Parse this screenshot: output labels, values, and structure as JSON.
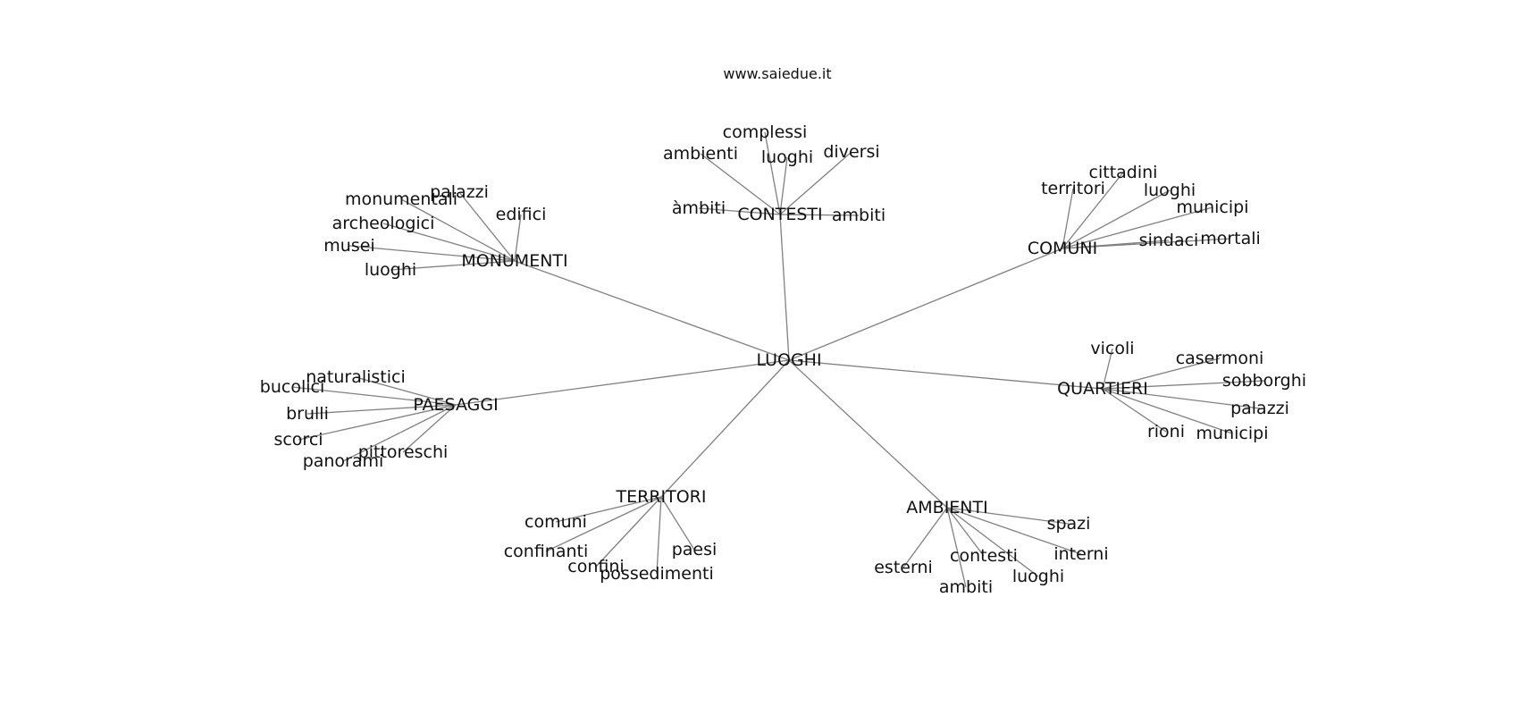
{
  "title": "www.saiedue.it",
  "colors": {
    "edge": "#808080",
    "text": "#111111",
    "background": "#ffffff"
  },
  "root": {
    "label": "LUOGHI"
  },
  "groups": [
    {
      "hub": "CONTESTI",
      "leaves": [
        "complessi",
        "ambienti",
        "luoghi",
        "diversi",
        "àmbiti",
        "ambiti"
      ]
    },
    {
      "hub": "MONUMENTI",
      "leaves": [
        "palazzi",
        "monumentali",
        "edifici",
        "archeologici",
        "musei",
        "luoghi"
      ]
    },
    {
      "hub": "COMUNI",
      "leaves": [
        "cittadini",
        "territori",
        "luoghi",
        "municipi",
        "sindaci",
        "mortali"
      ]
    },
    {
      "hub": "PAESAGGI",
      "leaves": [
        "naturalistici",
        "bucolici",
        "brulli",
        "scorci",
        "pittoreschi",
        "panorami"
      ]
    },
    {
      "hub": "QUARTIERI",
      "leaves": [
        "vicoli",
        "casermoni",
        "sobborghi",
        "palazzi",
        "rioni",
        "municipi"
      ]
    },
    {
      "hub": "TERRITORI",
      "leaves": [
        "comuni",
        "confinanti",
        "confini",
        "possedimenti",
        "paesi"
      ]
    },
    {
      "hub": "AMBIENTI",
      "leaves": [
        "spazi",
        "esterni",
        "contesti",
        "interni",
        "luoghi",
        "ambiti"
      ]
    }
  ]
}
